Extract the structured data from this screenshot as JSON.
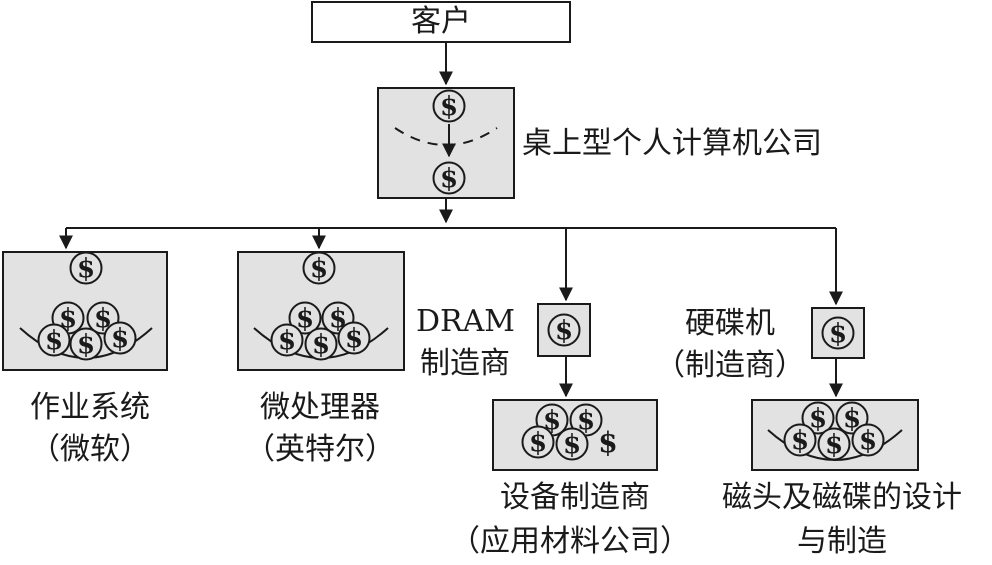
{
  "nodes": {
    "customer": "客户",
    "pc_company": "桌上型个人计算机公司",
    "os": {
      "line1": "作业系统",
      "line2": "（微软）"
    },
    "cpu": {
      "line1": "微处理器",
      "line2": "（英特尔）"
    },
    "dram": {
      "line1": "DRAM",
      "line2": "制造商"
    },
    "hdd": {
      "line1": "硬碟机",
      "line2": "（制造商）"
    },
    "equipment": {
      "line1": "设备制造商",
      "line2": "（应用材料公司）"
    },
    "disk_design": {
      "line1": "磁头及磁碟的设计",
      "line2": "与制造"
    }
  },
  "symbols": {
    "money": "$"
  },
  "colors": {
    "box_fill": "#e2e2e2",
    "stroke": "#1a1a1a"
  }
}
